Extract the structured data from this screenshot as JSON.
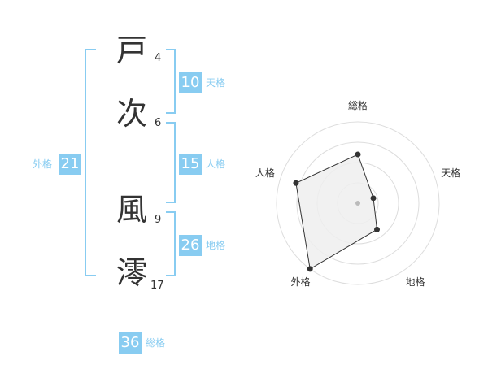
{
  "name": {
    "chars": [
      {
        "char": "戸",
        "strokes": "4"
      },
      {
        "char": "次",
        "strokes": "6"
      },
      {
        "char": "風",
        "strokes": "9"
      },
      {
        "char": "澪",
        "strokes": "17"
      }
    ]
  },
  "fortunes": {
    "tenkaku": {
      "value": "10",
      "label": "天格"
    },
    "jinkaku": {
      "value": "15",
      "label": "人格"
    },
    "chikaku": {
      "value": "26",
      "label": "地格"
    },
    "gaikaku": {
      "value": "21",
      "label": "外格"
    },
    "soukaku": {
      "value": "36",
      "label": "総格"
    }
  },
  "colors": {
    "accent": "#88ccf1",
    "text": "#333333",
    "grid": "#dddddd",
    "fill": "#eeeeee"
  },
  "chart_data": {
    "type": "radar",
    "axes": [
      "総格",
      "天格",
      "地格",
      "外格",
      "人格"
    ],
    "max": 5,
    "values": [
      3,
      1,
      2,
      5,
      4
    ],
    "rings": 4
  }
}
